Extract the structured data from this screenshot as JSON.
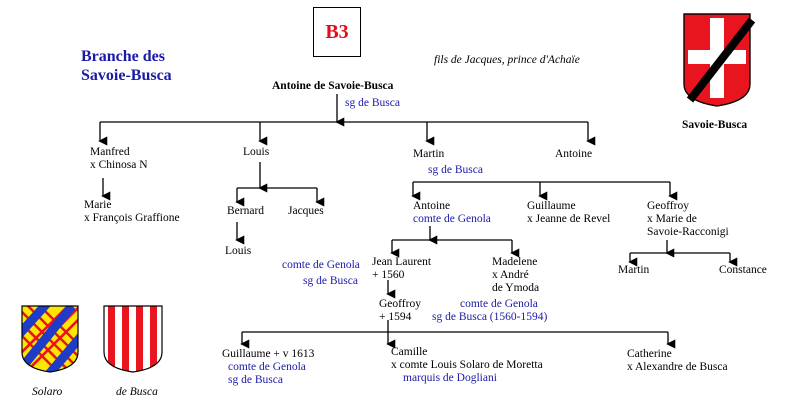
{
  "header": {
    "title": "Branche des Savoie-Busca",
    "badge": "B3",
    "subtitle": "fils de Jacques, prince d'Achaïe",
    "root_name": "Antoine de Savoie-Busca",
    "root_title": "sg de Busca"
  },
  "arms": [
    {
      "id": "savoie-busca",
      "label": "Savoie-Busca",
      "colors": [
        "#e8141e",
        "#ffffff",
        "#000000"
      ]
    },
    {
      "id": "solaro",
      "label": "Solaro",
      "colors": [
        "#1e3cc8",
        "#ffe600",
        "#e8141e"
      ]
    },
    {
      "id": "busca",
      "label": "de Busca",
      "colors": [
        "#e8141e",
        "#ffffff"
      ]
    }
  ],
  "gen1": {
    "manfred": {
      "name": "Manfred",
      "spouse": "x Chinosa N"
    },
    "louis": {
      "name": "Louis"
    },
    "martin": {
      "name": "Martin",
      "title": "sg de Busca"
    },
    "antoine": {
      "name": "Antoine"
    }
  },
  "gen2": {
    "marie": {
      "name": "Marie",
      "spouse": "x François Graffione"
    },
    "bernard": {
      "name": "Bernard"
    },
    "jacques": {
      "name": "Jacques"
    },
    "louis": {
      "name": "Louis"
    },
    "antoine": {
      "name": "Antoine",
      "title": "comte de Genola"
    },
    "guillaume": {
      "name": "Guillaume",
      "spouse": "x Jeanne de Revel"
    },
    "geoffroy": {
      "name": "Geoffroy",
      "spouse_1": "x Marie de",
      "spouse_2": "Savoie-Racconigi"
    }
  },
  "gen3": {
    "jean_laurent": {
      "name": "Jean Laurent",
      "dates": "+ 1560",
      "title_1": "comte de Genola",
      "title_2": "sg de Busca"
    },
    "madelene": {
      "name": "Madelene",
      "spouse_1": "x André",
      "spouse_2": "de Ymoda"
    },
    "martin": {
      "name": "Martin"
    },
    "constance": {
      "name": "Constance"
    }
  },
  "gen4": {
    "geoffroy": {
      "name": "Geoffroy",
      "dates": "+ 1594",
      "title_1": "comte de Genola",
      "title_2": "sg de Busca (1560-1594)"
    }
  },
  "gen5": {
    "guillaume": {
      "name": "Guillaume + v 1613",
      "title_1": "comte de Genola",
      "title_2": "sg de Busca"
    },
    "camille": {
      "name": "Camille",
      "spouse": "x comte Louis Solaro de Moretta",
      "title": "marquis de Dogliani"
    },
    "catherine": {
      "name": "Catherine",
      "spouse": "x Alexandre de Busca"
    }
  }
}
